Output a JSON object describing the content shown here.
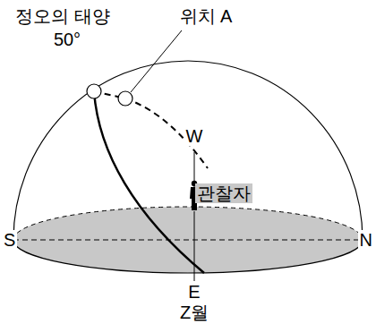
{
  "diagram": {
    "labels": [
      "정오의 태양",
      "50°",
      "위치 A",
      "W",
      "관찰자",
      "S",
      "N",
      "E",
      "Z월"
    ]
  }
}
